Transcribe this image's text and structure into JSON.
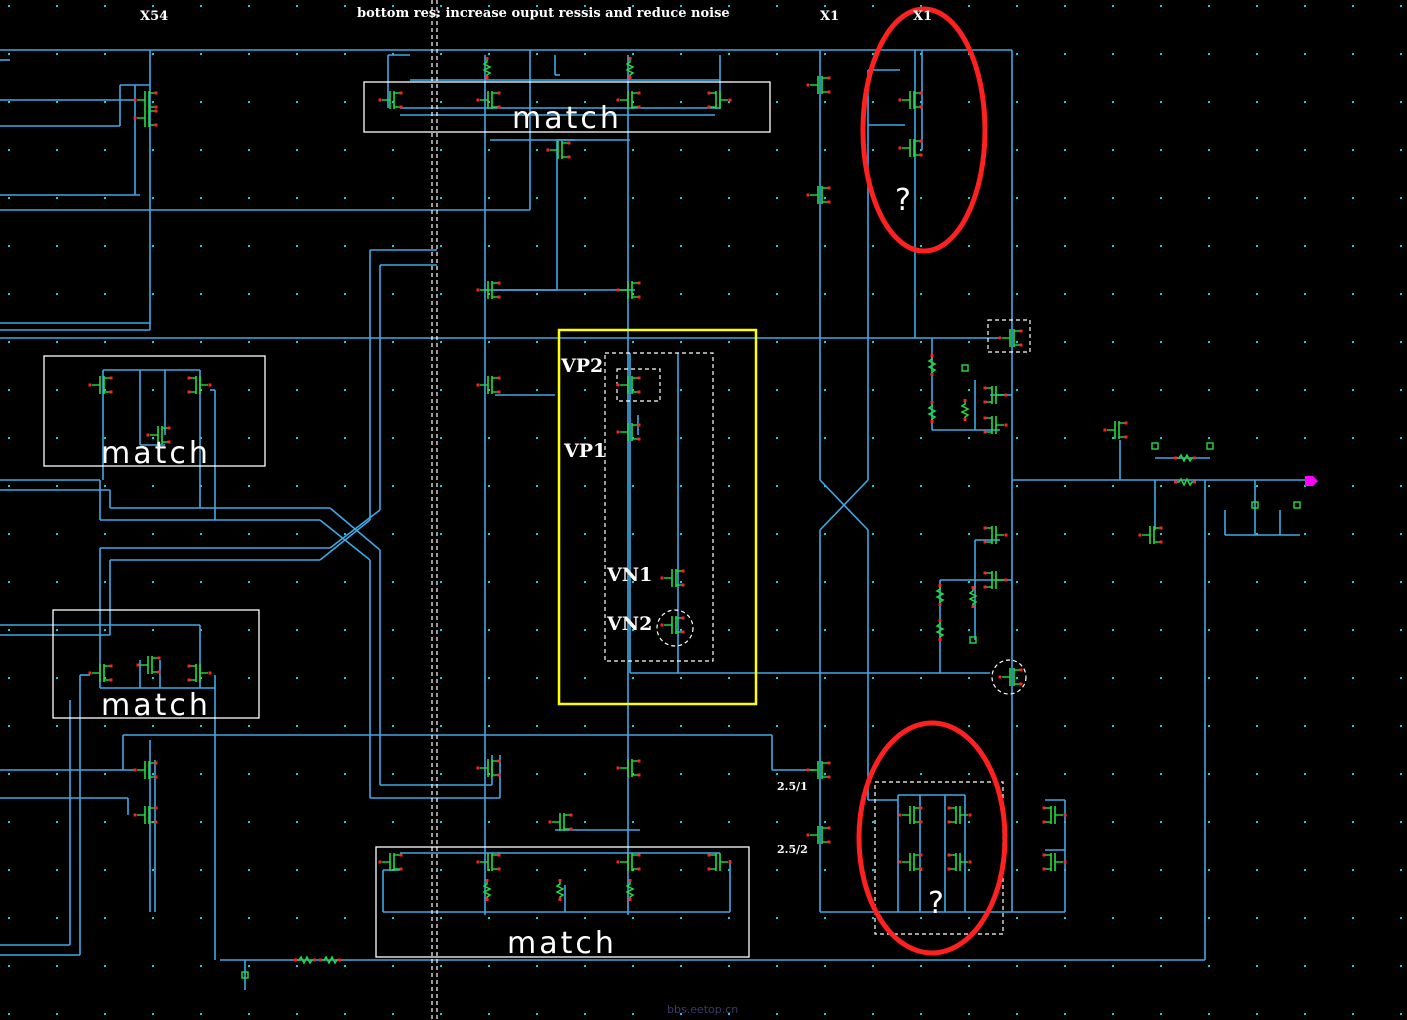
{
  "header": {
    "label_x54": "X54",
    "note": "bottom res: increase ouput ressis and reduce noise",
    "label_x1_a": "X1",
    "label_x1_b": "X1"
  },
  "groups": {
    "match_top": "match",
    "match_left1": "match",
    "match_left2": "match",
    "match_bottom": "match"
  },
  "nets": {
    "vp2": "VP2",
    "vp1": "VP1",
    "vn1": "VN1",
    "vn2": "VN2"
  },
  "sizes": {
    "size_a": "2.5/1",
    "size_b": "2.5/2"
  },
  "question_top": "?",
  "question_bottom": "?",
  "watermark": "bbs.eetop.cn",
  "colors": {
    "background": "#000000",
    "wire": "#3fa9e6",
    "device": "#22dd44",
    "pin": "#ff2222",
    "grid": "#00d8d8",
    "box": "#ffffff",
    "highlight_yellow": "#ffff00",
    "highlight_red": "#ff2020",
    "output_pin": "#ff00ff"
  }
}
